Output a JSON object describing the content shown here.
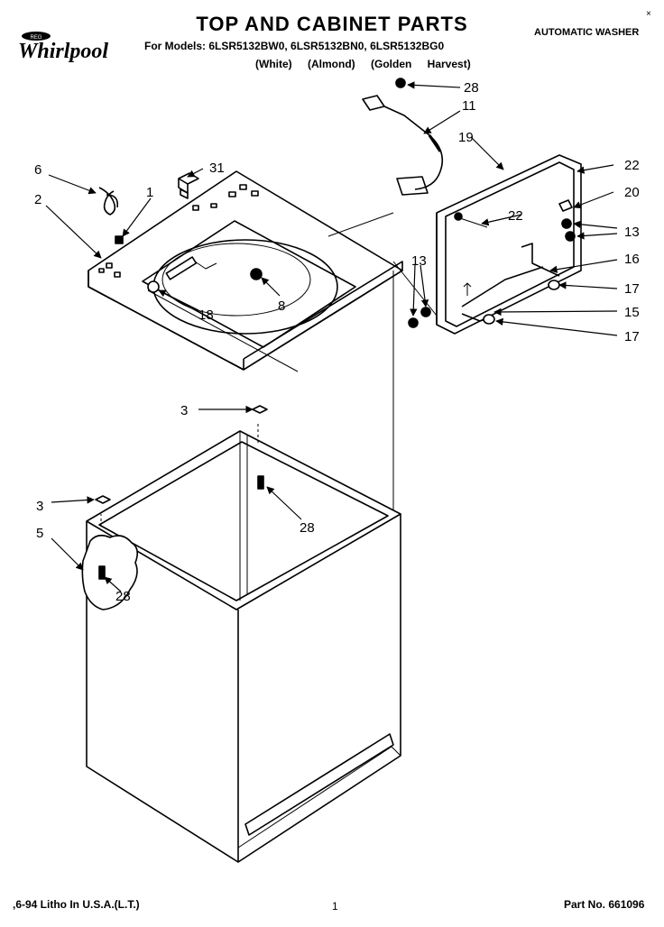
{
  "header": {
    "title": "TOP AND CABINET PARTS",
    "models_line": "For Models: 6LSR5132BW0, 6LSR5132BN0, 6LSR5132BG0",
    "colors": [
      "(White)",
      "(Almond)",
      "(Golden Harvest)"
    ],
    "appliance": "AUTOMATIC WASHER",
    "corner_mark": "×",
    "brand_logo": "Whirlpool",
    "brand_badge": "REG"
  },
  "callouts": {
    "c28a": "28",
    "c11": "11",
    "c19": "19",
    "c22a": "22",
    "c20": "20",
    "c22b": "22",
    "c13a": "13",
    "c16": "16",
    "c17a": "17",
    "c15": "15",
    "c17b": "17",
    "c13b": "13",
    "c6": "6",
    "c31": "31",
    "c1": "1",
    "c2": "2",
    "c8": "8",
    "c18": "18",
    "c3a": "3",
    "c28b": "28",
    "c3b": "3",
    "c5": "5",
    "c28c": "28"
  },
  "footer": {
    "litho": ",6-94 Litho In U.S.A.(L.T.)",
    "page": "1",
    "part": "Part No. 661096"
  }
}
